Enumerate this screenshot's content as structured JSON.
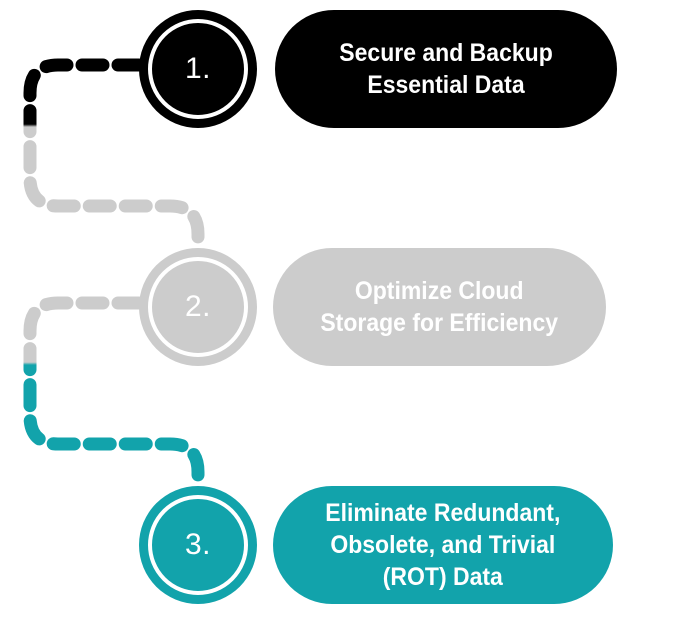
{
  "diagram": {
    "type": "vertical-zigzag-process",
    "background": "#ffffff",
    "steps": [
      {
        "number": "1.",
        "label": "Secure and Backup\nEssential Data",
        "color": "#000000",
        "text_color": "#ffffff",
        "circle_label_name": "step-1"
      },
      {
        "number": "2.",
        "label": "Optimize Cloud\nStorage for Efficiency",
        "color": "#cccccc",
        "text_color": "#ffffff",
        "circle_label_name": "step-2"
      },
      {
        "number": "3.",
        "label": "Eliminate Redundant,\nObsolete, and Trivial\n(ROT) Data",
        "color": "#12a3ab",
        "text_color": "#ffffff",
        "circle_label_name": "step-3"
      }
    ],
    "connectors": [
      {
        "name": "connector-1-to-2",
        "from_color": "#000000",
        "to_color": "#cccccc",
        "style": "dashed"
      },
      {
        "name": "connector-2-to-3",
        "from_color": "#cccccc",
        "to_color": "#12a3ab",
        "style": "dashed"
      }
    ]
  }
}
